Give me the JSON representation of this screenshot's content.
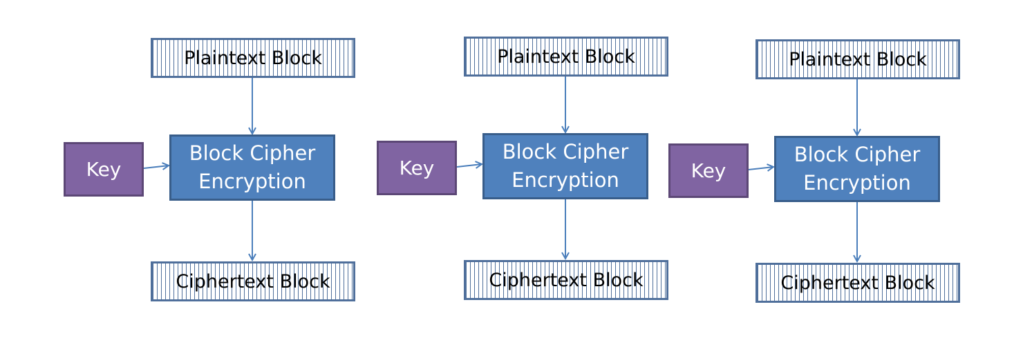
{
  "colors": {
    "cipher_fill": "#4f81bd",
    "cipher_border": "#385d8a",
    "key_fill": "#8064a2",
    "key_border": "#5c4776",
    "block_stripe": "#4f6f9b",
    "arrow": "#4a7ebb"
  },
  "diagram": {
    "units": [
      {
        "plaintext_label": "Plaintext Block",
        "cipher_label": "Block Cipher\nEncryption",
        "key_label": "Key",
        "ciphertext_label": "Ciphertext Block"
      },
      {
        "plaintext_label": "Plaintext Block",
        "cipher_label": "Block Cipher\nEncryption",
        "key_label": "Key",
        "ciphertext_label": "Ciphertext Block"
      },
      {
        "plaintext_label": "Plaintext Block",
        "cipher_label": "Block Cipher\nEncryption",
        "key_label": "Key",
        "ciphertext_label": "Ciphertext Block"
      }
    ]
  }
}
